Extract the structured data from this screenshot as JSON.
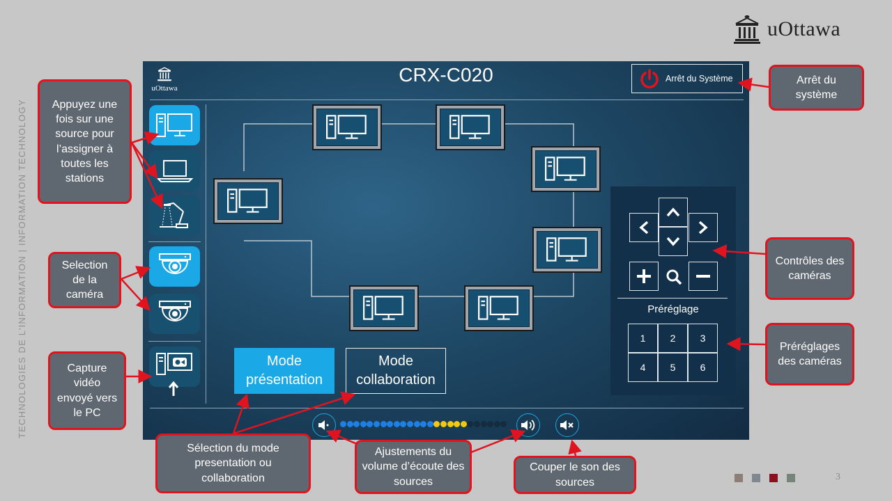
{
  "logo_text": "uOttawa",
  "side_text": "TECHNOLOGIES DE L’INFORMATION  |  INFORMATION TECHNOLOGY",
  "panel": {
    "logo_text": "uOttawa",
    "title": "CRX-C020",
    "shutdown_label": "Arrêt du Système",
    "modes": {
      "presentation": [
        "Mode",
        "présentation"
      ],
      "collaboration": [
        "Mode",
        "collaboration"
      ]
    },
    "preset_label": "Préréglage",
    "presets": [
      "1",
      "2",
      "3",
      "4",
      "5",
      "6"
    ],
    "volume": {
      "blue_dots": 14,
      "yellow_dots": 5,
      "empty_dots": 6,
      "level_fraction": 0.76
    }
  },
  "callouts": {
    "source_assign": "Appuyez une fois sur une source pour l’assigner à toutes les stations",
    "camera_select": "Selection de la caméra",
    "capture": "Capture vidéo envoyé vers le PC",
    "shutdown": "Arrêt du système",
    "camera_controls": "Contrôles des caméras",
    "camera_presets": "Préréglages des caméras",
    "mode_select": "Sélection du mode presentation ou collaboration",
    "volume_adjust": "Ajustements du volume d’écoute des sources",
    "mute": "Couper le son des sources"
  },
  "footer": {
    "page_number": "3",
    "squares": [
      "#8d7f77",
      "#7f8790",
      "#8a1020",
      "#76857b"
    ]
  },
  "colors": {
    "accent_blue": "#1aa9e6",
    "callout_border": "#e0141e",
    "callout_bg": "#5f6870",
    "power_red": "#e0141e",
    "volume_yellow": "#f2c811"
  }
}
